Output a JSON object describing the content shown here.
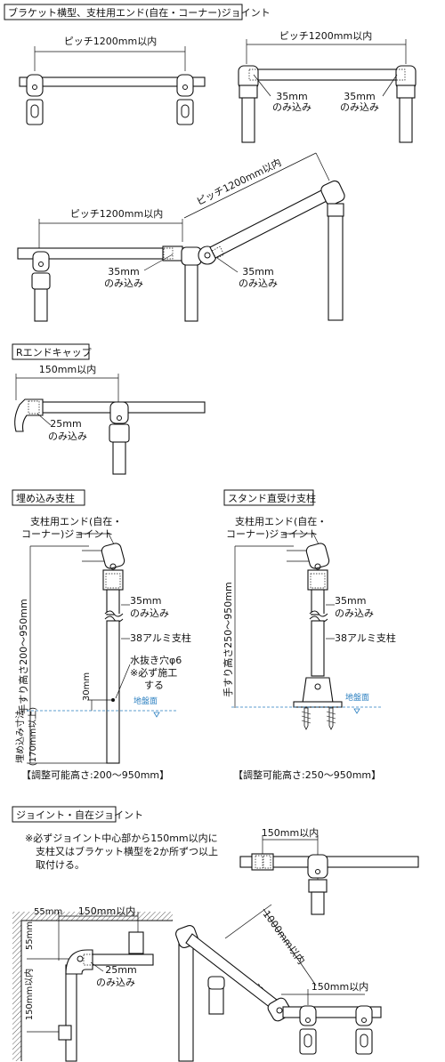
{
  "sections": {
    "bracket": {
      "title": "ブラケット横型、支柱用エンド(自在・コーナー)ジョイント",
      "pitch_a": "ピッチ1200mm以内",
      "pitch_b": "ピッチ1200mm以内",
      "insert_a_mm": "35mm",
      "insert_a_txt": "のみ込み",
      "insert_b_mm": "35mm",
      "insert_b_txt": "のみ込み",
      "pitch_c": "ピッチ1200mm以内",
      "pitch_d": "ピッチ1200mm以内",
      "insert_c_mm": "35mm",
      "insert_c_txt": "のみ込み",
      "insert_d_mm": "35mm",
      "insert_d_txt": "のみ込み"
    },
    "rcap": {
      "title": "Rエンドキャップ",
      "dim": "150mm以内",
      "insert_mm": "25mm",
      "insert_txt": "のみ込み"
    },
    "embed": {
      "title": "埋め込み支柱",
      "joint_l1": "支柱用エンド(自在・",
      "joint_l2": "コーナー)ジョイント",
      "height": "手すり高さ200～950mm",
      "insert_mm": "35mm",
      "insert_txt": "のみ込み",
      "post": "38アルミ支柱",
      "hole_l1": "水抜き穴φ6",
      "hole_l2": "※必ず施工",
      "hole_l3": "する",
      "dim30": "30mm",
      "ground": "地盤面",
      "depth_l1": "埋め込み寸法",
      "depth_l2": "(170mm以上)",
      "range": "【調整可能高さ:200～950mm】"
    },
    "stand": {
      "title": "スタンド直受け支柱",
      "joint_l1": "支柱用エンド(自在・",
      "joint_l2": "コーナー)ジョイント",
      "height": "手すり高さ250～950mm",
      "insert_mm": "35mm",
      "insert_txt": "のみ込み",
      "post": "38アルミ支柱",
      "ground": "地盤面",
      "range": "【調整可能高さ:250～950mm】"
    },
    "joint": {
      "title": "ジョイント・自在ジョイント",
      "note_l1": "※必ずジョイント中心部から150mm以内に",
      "note_l2": "支柱又はブラケット横型を2か所ずつ以上",
      "note_l3": "取付ける。",
      "dim_top": "150mm以内",
      "dim55": "55mm",
      "dim150a": "150mm以内",
      "dim55v": "55mm",
      "dim150v": "150mm以内",
      "insert_mm": "25mm",
      "insert_txt": "のみ込み",
      "dim1000": "1000mm以内",
      "dim150b": "150mm以内"
    }
  }
}
